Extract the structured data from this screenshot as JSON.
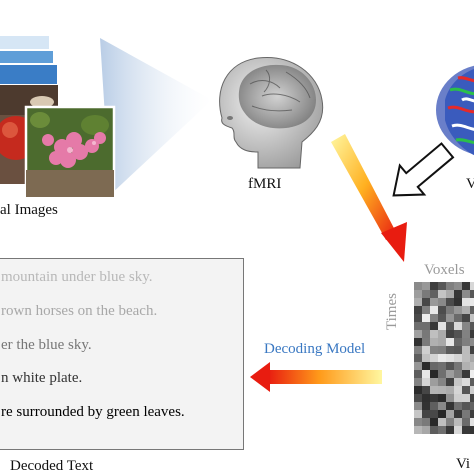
{
  "labels": {
    "images": "al Images",
    "fmri": "fMRI",
    "visual_cut": "V",
    "voxels": "Voxels",
    "times": "Times",
    "decoding_model": "Decoding Model",
    "decoded_text": "Decoded Text",
    "bottom_right_cut": "Vi"
  },
  "sentences": [
    {
      "text": "mountain under blue sky.",
      "color": "#b8b8b8"
    },
    {
      "text": "rown horses on the beach.",
      "color": "#a8a8a8"
    },
    {
      "text": "er the blue sky.",
      "color": "#777777"
    },
    {
      "text": "n white plate.",
      "color": "#333333"
    },
    {
      "text": "re surrounded by green leaves.",
      "color": "#000000"
    }
  ],
  "colors": {
    "arrow_start": "#fff7a0",
    "arrow_end": "#e81c10",
    "decoding_caption": "#3a78c2",
    "box_border": "#777777",
    "box_fill": "#f3f3f3"
  }
}
